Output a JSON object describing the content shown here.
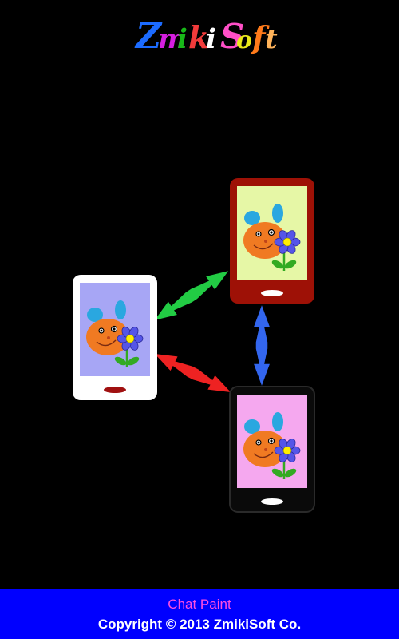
{
  "logo": {
    "letters": [
      "Z",
      "m",
      "i",
      "k",
      "i",
      "S",
      "o",
      "f",
      "t"
    ],
    "letter_colors": [
      "#1c6bff",
      "#d61fe0",
      "#18b818",
      "#f23b3b",
      "#ffffff",
      "#ff4fc7",
      "#e8e81a",
      "#ff7a1a",
      "#ffb35a"
    ]
  },
  "colors": {
    "background": "#000000",
    "footer_background": "#0000ff",
    "app_name": "#ff4fe0",
    "copyright": "#ffffff",
    "phone_red_body": "#9e1106",
    "phone_red_screen": "#e6f7a6",
    "phone_white_body": "#ffffff",
    "phone_white_screen": "#a7a6f5",
    "phone_black_body": "#0a0a0a",
    "phone_black_screen": "#f5a8ef",
    "arrow_green": "#22cc44",
    "arrow_red": "#ee2222",
    "arrow_blue": "#3366ee",
    "character_face": "#f07a22",
    "character_ears": "#2aa7e0",
    "flower_petals": "#5555e8",
    "flower_center": "#ffee00",
    "flower_stem": "#33aa22"
  },
  "icons": {
    "phone_red": "smartphone-icon",
    "phone_white": "smartphone-icon",
    "phone_black": "smartphone-icon",
    "arrows": "double-arrow-icon",
    "character": "rabbit-face-icon",
    "flower": "flower-icon"
  },
  "footer": {
    "app_name": "Chat Paint",
    "copyright": "Copyright © 2013 ZmikiSoft Co."
  }
}
